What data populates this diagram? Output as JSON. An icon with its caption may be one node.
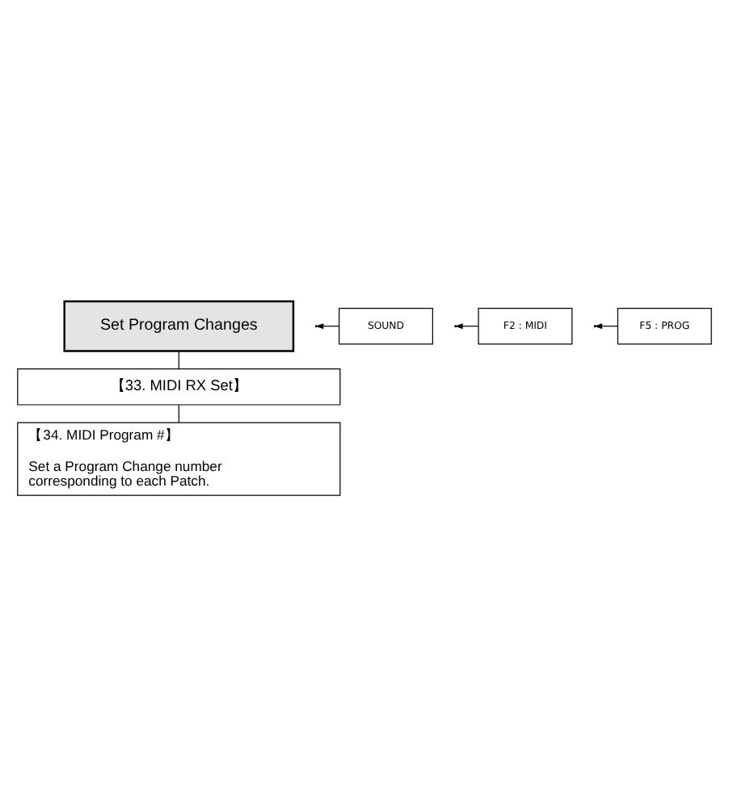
{
  "diagram": {
    "nodes": [
      {
        "text": [
          "Set Program Changes"
        ]
      },
      {
        "text": [
          "SOUND"
        ]
      },
      {
        "text": [
          "F2 : MIDI"
        ]
      },
      {
        "text": [
          "【33. MIDI RX Set】"
        ]
      },
      {
        "text": [
          "F5 : PROG"
        ]
      },
      {
        "text": [
          "【34. MIDI Program #】",
          "Set a Program Change number corresponding to each Patch."
        ]
      }
    ],
    "edges": [
      {
        "from": 0,
        "to": 3,
        "arrow": "none"
      },
      {
        "from": 1,
        "to": null,
        "arrow": "to"
      },
      {
        "from": 2,
        "to": null,
        "arrow": "to"
      },
      {
        "from": 3,
        "to": 5,
        "arrow": "none"
      },
      {
        "from": 4,
        "to": null,
        "arrow": "to"
      }
    ]
  }
}
